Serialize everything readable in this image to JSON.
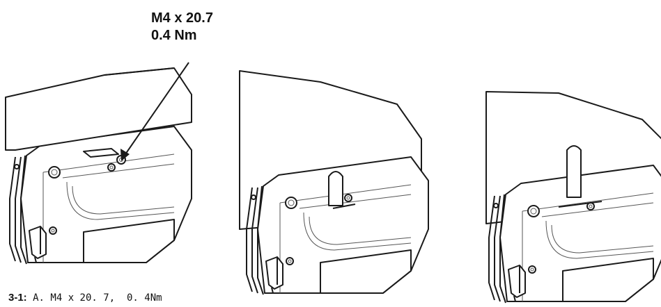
{
  "callout": {
    "line1": "M4 x 20.7",
    "line2": "0.4 Nm"
  },
  "caption": {
    "label": "3-1:",
    "text": " A. M4 x 20. 7,  0. 4Nm"
  }
}
